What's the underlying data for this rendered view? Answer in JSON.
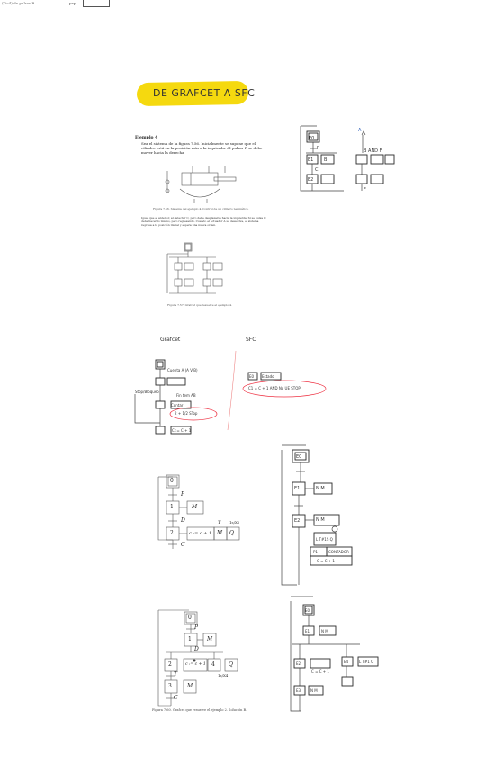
{
  "topbar": {
    "left_snippet": "(Tic4) de pulsar B",
    "mid_snippet": "pap"
  },
  "title": "De Grafcet a SFC",
  "section1": {
    "heading": "Ejemplo 4",
    "text": "Sea el sistema de la figura 7.56. Inicialmente se supone que el cilindro está en la posición más a la izquierda. Al pulsar P se debe mover hacia la derecha",
    "fig1_caption": "Figura 7.56. Sistema del ejemplo 4. Control de un cilindro neumático.",
    "para": "Igual que el anterior, al detectar C, pero debe desplazarse hacia la izquierda. Si se pulsa Q debe hacer lo mismo, pero regresando. Cuando el actuador A se desactiva, el sistema regresa a la posición inicial y espera una nueva orden.",
    "fig2_caption": "Figura 7.57. Grafcet que resuelve el ejemplo 4.",
    "sketch_labels": [
      "E0",
      "E1",
      "E2",
      "P",
      "A",
      "B",
      "B AND F",
      "C",
      "F"
    ]
  },
  "section2": {
    "left_label": "Grafcet",
    "right_label": "SFC",
    "left_notes": [
      "Cuenta A (A V B)",
      "Fin tem AB",
      "Stop/Bloqueo",
      "Contar",
      "C := C + 1",
      "2 + 1/2 STop"
    ],
    "right_notes": [
      "E0",
      "Estado",
      "C1 = C + 1 AND No UE STOP"
    ]
  },
  "section3": {
    "step_labels": [
      "0",
      "1",
      "2"
    ],
    "transitions": [
      "P",
      "D",
      "C",
      "T"
    ],
    "actions": [
      "M",
      "c := c + 1",
      "M",
      "Q"
    ],
    "timer": "1s/X2",
    "sfc_labels": [
      "E0",
      "E1",
      "E2",
      "N M",
      "N M",
      "L T#1S Q",
      "P1",
      "CONTADOR",
      "C = C + 1"
    ]
  },
  "section4": {
    "step_labels": [
      "0",
      "1",
      "2",
      "3",
      "4"
    ],
    "transitions": [
      "P",
      "D",
      "T",
      "C"
    ],
    "actions": [
      "M",
      "c := c + 1",
      "Q",
      "M"
    ],
    "timer": "1s/X4",
    "caption": "Figura 7.60. Grafcet que resuelve el ejemplo 2. Solución B.",
    "sfc_labels": [
      "E0",
      "E1",
      "E2",
      "E3",
      "E4",
      "N M",
      "N M",
      "L T#1 Q",
      "C = C + 1"
    ]
  }
}
